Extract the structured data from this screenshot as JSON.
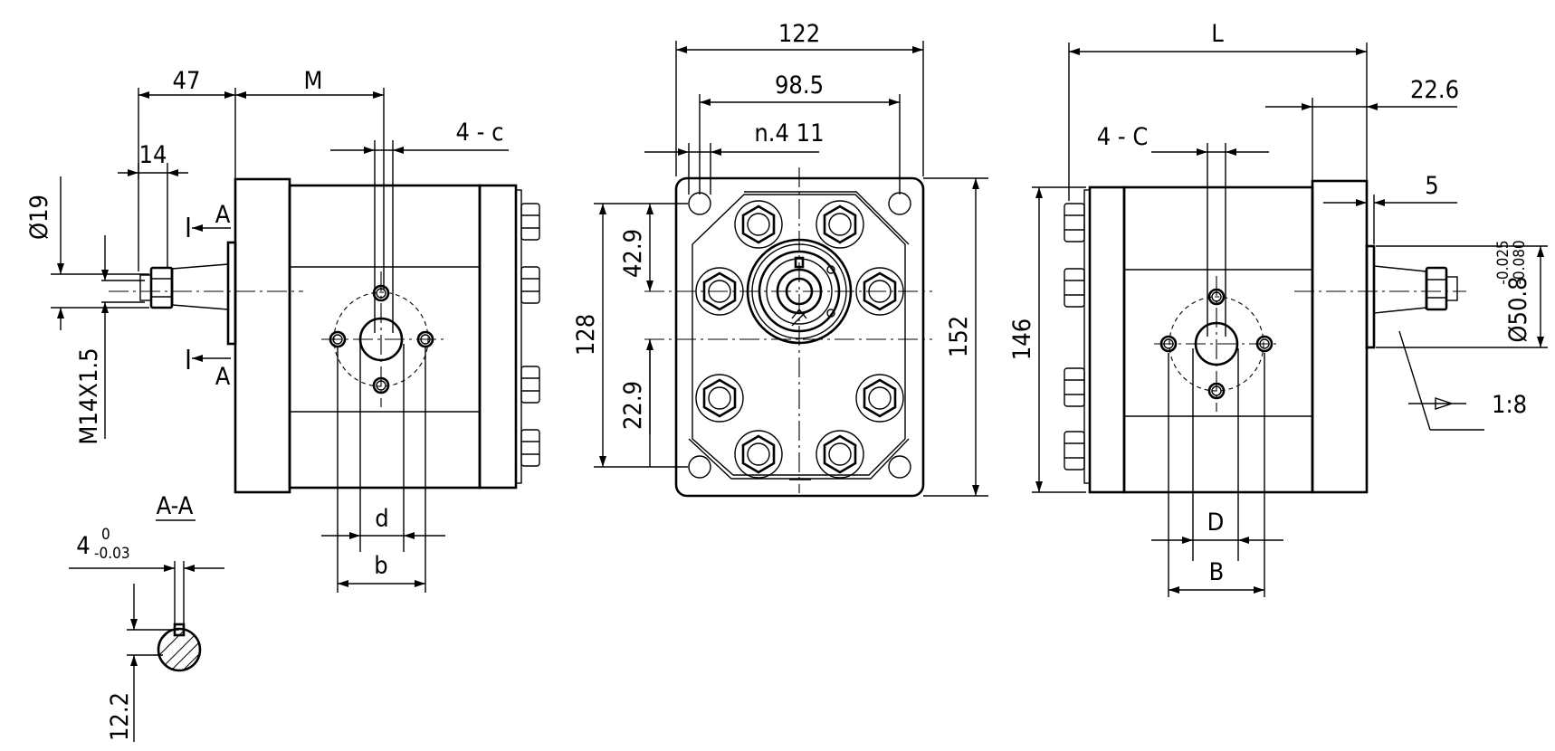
{
  "dimensions": {
    "d47": "47",
    "dM": "M",
    "d14": "14",
    "dPhi19": "Ø19",
    "dM14": "M14X1.5",
    "d4c": "4 - c",
    "secA_top": "A",
    "secA_bottom": "A",
    "dd": "d",
    "db": "b",
    "secAA": "A-A",
    "tol4": "4",
    "tol4_upper": "0",
    "tol4_lower": "-0.03",
    "d12_2": "12.2",
    "d122": "122",
    "d98_5": "98.5",
    "dn4_11": "n.4  11",
    "d42_9": "42.9",
    "d22_9": "22.9",
    "d128": "128",
    "d152": "152",
    "dL": "L",
    "d22_6": "22.6",
    "d4C": "4 - C",
    "d5": "5",
    "d146": "146",
    "dPhi50_8": "Ø50.8",
    "dPhi50_8_upper": "-0.025",
    "dPhi50_8_lower": "-0.080",
    "dTaper": "1:8",
    "dD": "D",
    "dB": "B"
  }
}
